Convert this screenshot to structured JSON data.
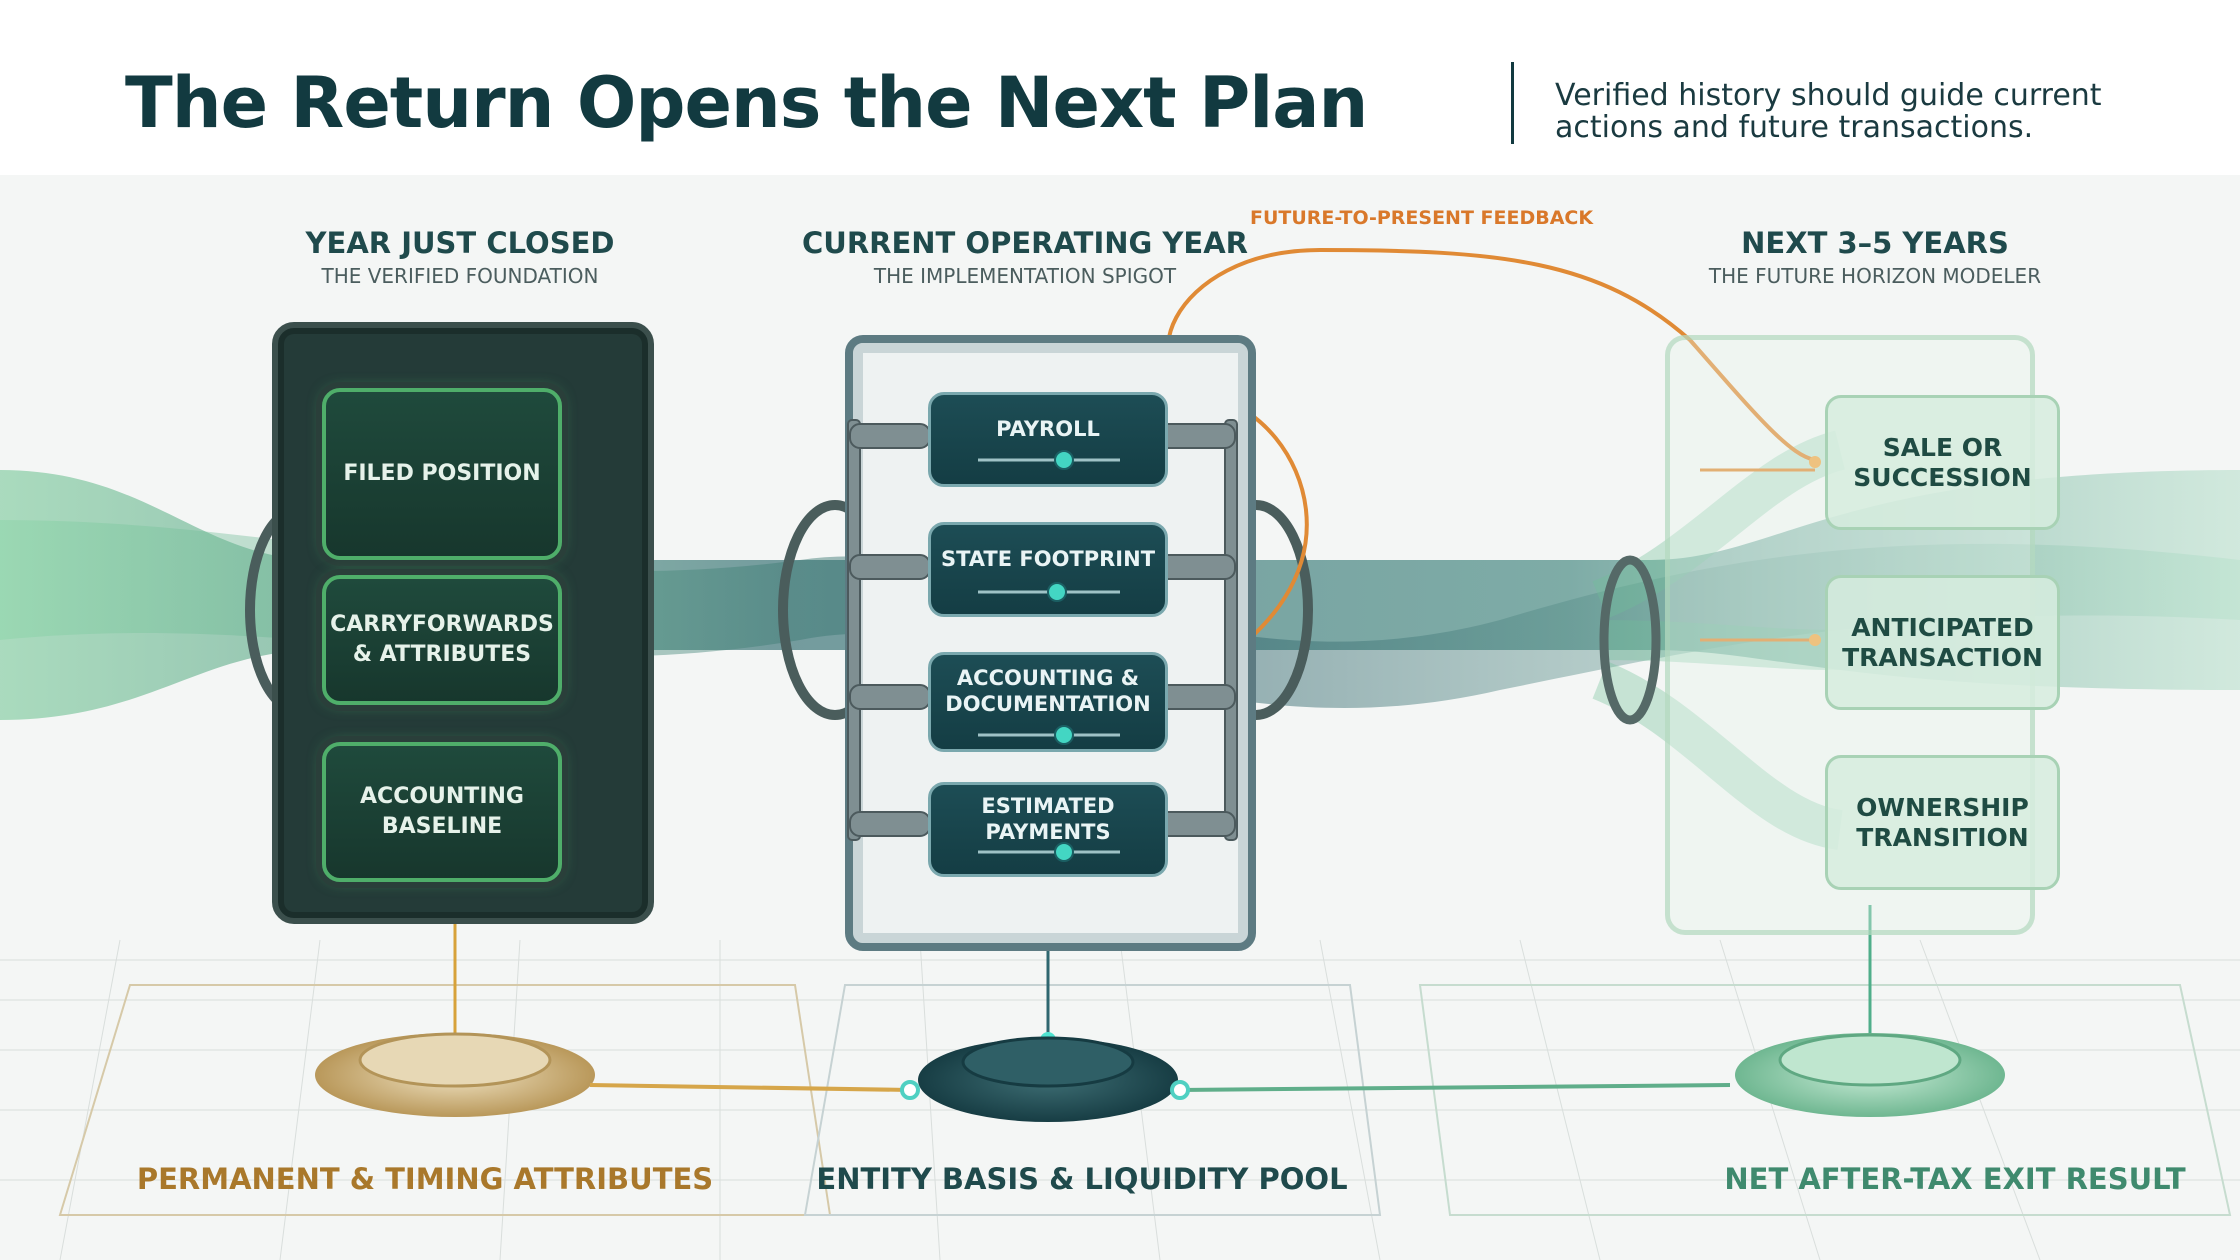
{
  "header": {
    "title": "The Return Opens the Next Plan",
    "subtitle_line1": "Verified history should guide current",
    "subtitle_line2": "actions and future transactions."
  },
  "columns": [
    {
      "heading": "YEAR JUST CLOSED",
      "subheading": "THE VERIFIED FOUNDATION",
      "cards": [
        {
          "lines": [
            "FILED POSITION"
          ]
        },
        {
          "lines": [
            "CARRYFORWARDS",
            "& ATTRIBUTES"
          ]
        },
        {
          "lines": [
            "ACCOUNTING",
            "BASELINE"
          ]
        }
      ],
      "base_label": "PERMANENT & TIMING ATTRIBUTES"
    },
    {
      "heading": "CURRENT OPERATING YEAR",
      "subheading": "THE IMPLEMENTATION SPIGOT",
      "cards": [
        {
          "lines": [
            "PAYROLL"
          ]
        },
        {
          "lines": [
            "STATE FOOTPRINT"
          ]
        },
        {
          "lines": [
            "ACCOUNTING &",
            "DOCUMENTATION"
          ]
        },
        {
          "lines": [
            "ESTIMATED PAYMENTS"
          ]
        }
      ],
      "base_label": "ENTITY BASIS & LIQUIDITY POOL"
    },
    {
      "heading": "NEXT 3–5 YEARS",
      "subheading": "THE FUTURE HORIZON MODELER",
      "cards": [
        {
          "lines": [
            "SALE OR",
            "SUCCESSION"
          ]
        },
        {
          "lines": [
            "ANTICIPATED",
            "TRANSACTION"
          ]
        },
        {
          "lines": [
            "OWNERSHIP",
            "TRANSITION"
          ]
        }
      ],
      "base_label": "NET AFTER-TAX EXIT RESULT"
    }
  ],
  "feedback_label": "FUTURE-TO-PRESENT FEEDBACK",
  "colors": {
    "title": "#123a40",
    "past_accent": "#4fae6a",
    "present_accent": "#1d4d55",
    "future_accent": "#a8d2b5",
    "feedback": "#d9782a",
    "past_label": "#a9782b",
    "present_label": "#1f4a4c",
    "future_label": "#3f8a6e"
  }
}
